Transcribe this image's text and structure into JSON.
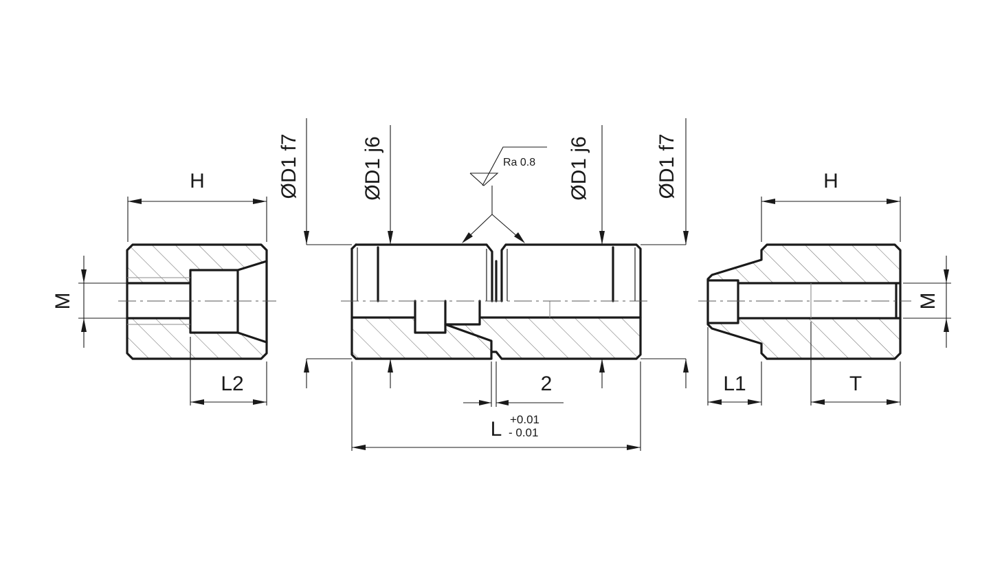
{
  "labels": {
    "left_height": "H",
    "left_thread": "M",
    "left_counterbore": "L2",
    "dia_outer_left": "ØD1 f7",
    "dia_inner_left": "ØD1 j6",
    "surface_finish": "Ra 0.8",
    "dia_inner_right": "ØD1 j6",
    "dia_outer_right": "ØD1 f7",
    "gap": "2",
    "length": "L",
    "length_tol_upper": "+0.01",
    "length_tol_lower": "- 0.01",
    "right_height": "H",
    "right_thread": "M",
    "right_counterbore": "L1",
    "right_thread_depth": "T"
  },
  "colors": {
    "line": "#1a1a1a",
    "hatch": "#6e6e6e",
    "background": "#ffffff"
  }
}
